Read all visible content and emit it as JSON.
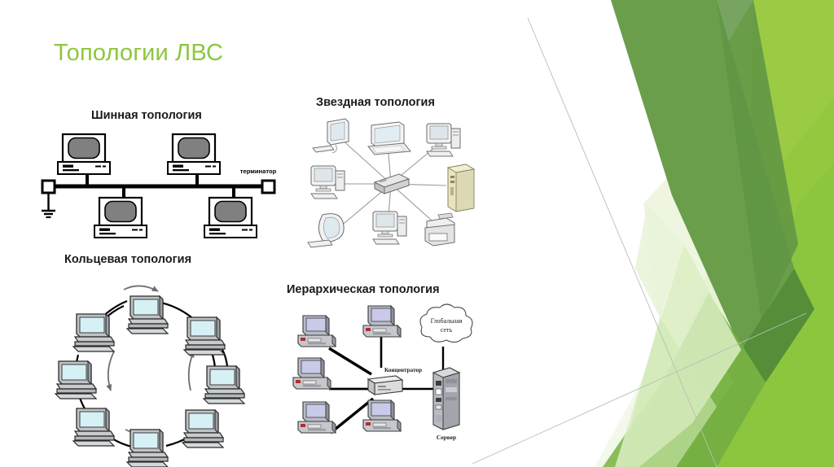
{
  "slide": {
    "title": "Топологии ЛВС",
    "background_color": "#ffffff",
    "title_color": "#8dc63f"
  },
  "theme": {
    "name": "facet-green",
    "colors": {
      "bright_green": "#93c83f",
      "mid_green": "#76b043",
      "dark_green": "#6a9e4a",
      "pale_green": "#d8e9bd",
      "very_pale_green": "#eef5e2",
      "hairline": "#b9bdb5"
    }
  },
  "sections": [
    {
      "id": "bus",
      "heading": "Шинная топология",
      "labels": {
        "terminator": "терминатор"
      },
      "node_count": 4
    },
    {
      "id": "star",
      "heading": "Звездная топология",
      "labels": {},
      "node_count": 8
    },
    {
      "id": "ring",
      "heading": "Кольцевая топология",
      "labels": {},
      "node_count": 8
    },
    {
      "id": "tree",
      "heading": "Иерархическая топология",
      "labels": {
        "hub": "Концентратор",
        "server": "Сервер",
        "cloud_line1": "Глобальная",
        "cloud_line2": "сеть"
      },
      "node_count": 5
    }
  ]
}
